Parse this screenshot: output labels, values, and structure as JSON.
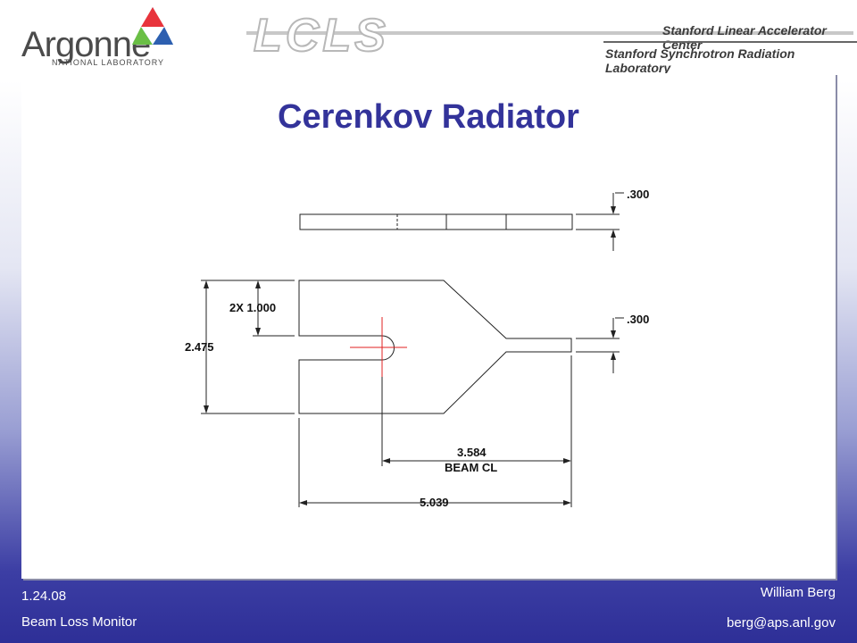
{
  "header": {
    "argonne": "Argonne",
    "argonne_sub": "NATIONAL LABORATORY",
    "lcls": "LCLS",
    "slac_line1": "Stanford Linear Accelerator Center",
    "slac_line2": "Stanford Synchrotron Radiation Laboratory"
  },
  "slide": {
    "title": "Cerenkov Radiator"
  },
  "drawing": {
    "dim_top_thickness": ".300",
    "dim_neck_width": ".300",
    "dim_slot": "2X 1.000",
    "dim_height": "2.475",
    "dim_beam_cl": "3.584",
    "dim_beam_cl_label": "BEAM CL",
    "dim_length": "5.039"
  },
  "footer": {
    "date": "1.24.08",
    "topic": "Beam Loss Monitor",
    "author": "William Berg",
    "email": "berg@aps.anl.gov"
  },
  "colors": {
    "title": "#33339a",
    "centerline": "#e02020",
    "footer_bg": "#2e2f97"
  }
}
